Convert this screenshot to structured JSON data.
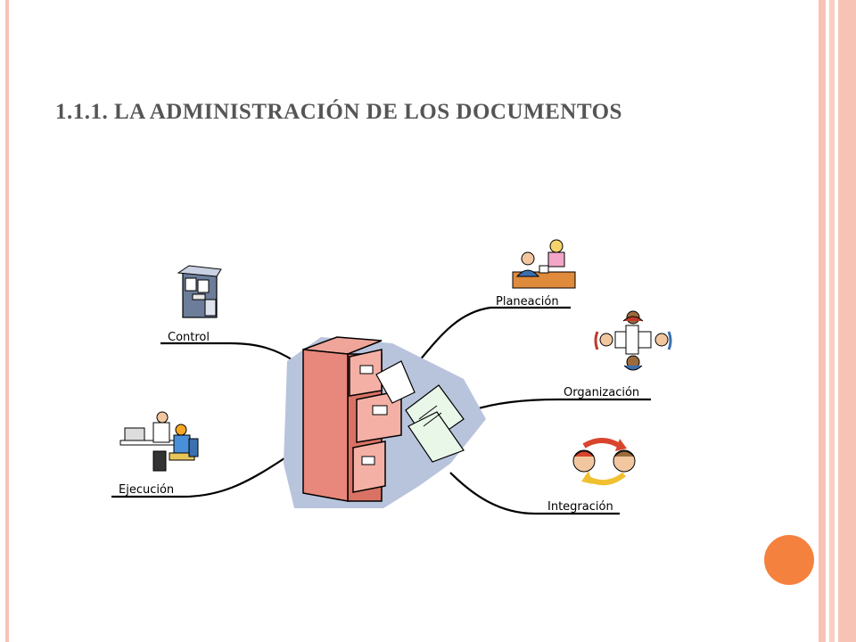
{
  "slide": {
    "title": "1.1.1. LA ADMINISTRACIÓN DE LOS DOCUMENTOS"
  },
  "diagram": {
    "center_icon": "filing-cabinet-icon",
    "branches": [
      {
        "key": "control",
        "label": "Control",
        "icon": "file-cabinet-icon"
      },
      {
        "key": "ejecucion",
        "label": "Ejecución",
        "icon": "office-workers-icon"
      },
      {
        "key": "planeacion",
        "label": "Planeación",
        "icon": "meeting-people-icon"
      },
      {
        "key": "organizacion",
        "label": "Organización",
        "icon": "team-table-icon"
      },
      {
        "key": "integracion",
        "label": "Integración",
        "icon": "people-cycle-icon"
      }
    ]
  },
  "colors": {
    "frame": "#f6c3b4",
    "accent_dot": "#f5813f",
    "title_text": "#555555",
    "cabinet": "#e8877c",
    "cabinet_backdrop": "#b8c4dc"
  }
}
